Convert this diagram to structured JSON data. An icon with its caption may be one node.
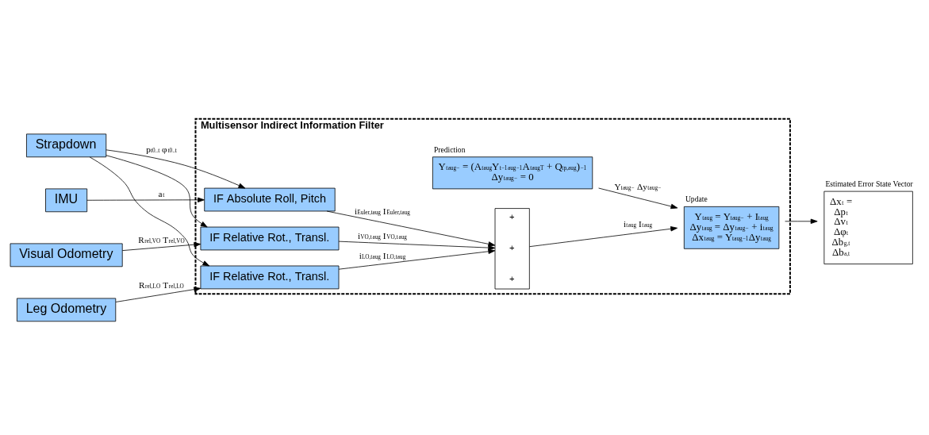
{
  "diagram": {
    "nodes": [
      {
        "text": [
          "Multisensor Indirect Information Filter"
        ]
      },
      {
        "text": [
          "Strapdown"
        ]
      },
      {
        "text": [
          "IMU"
        ]
      },
      {
        "text": [
          "Visual Odometry"
        ]
      },
      {
        "text": [
          "Leg Odometry"
        ]
      },
      {
        "text": [
          "Prediction",
          "Y$_{t}$$^{aug−}$ = (A$_{t}$$^{aug}$Y$_{t−1}$$^{aug−1}$A$_{t}$$^{augT}$ + Q$_{t}$$^{p,aug}$)$^{−1}$",
          "Δy$_{t}$$^{aug−}$ = 0"
        ],
        "in": 0
      },
      {
        "text": [
          "IF Absolute Roll, Pitch"
        ],
        "in": 0
      },
      {
        "text": [
          "IF Relative Rot., Transl."
        ],
        "in": 0
      },
      {
        "text": [
          "IF Relative Rot., Transl."
        ],
        "in": 0
      },
      {
        "text": [
          "+",
          "+",
          "+"
        ],
        "in": 0
      },
      {
        "text": [
          "Update",
          "Y$_{t}$$^{aug}$ = Y$_{t}$$^{aug−}$ + I$_{t}$$^{aug}$",
          "Δy$_{t}$$^{aug}$ = Δy$_{t}$$^{aug−}$ + i$_{t}$$^{aug}$",
          "Δx$_{t}$$^{aug}$ = Y$_{t}$$^{aug−1}$Δy$_{t}$$^{aug}$"
        ],
        "in": 0
      },
      {
        "text": [
          "Estimated Error State Vector",
          "Δx$_{t}$ =",
          "Δp$_{t}$",
          "Δv$_{t}$",
          "Δφ$_{t}$",
          "Δb$_{g,t}$",
          "Δb$_{a,t}$"
        ]
      }
    ],
    "edges": [
      {
        "from": 1,
        "to": 6,
        "arrow": "to",
        "label": "p$_{t0..t}$ φ$_{t0..t}$"
      },
      {
        "from": 1,
        "to": 7,
        "arrow": "to"
      },
      {
        "from": 1,
        "to": 8,
        "arrow": "to"
      },
      {
        "from": 2,
        "to": 6,
        "arrow": "to",
        "label": "a$_{t}$"
      },
      {
        "from": 3,
        "to": 7,
        "arrow": "to",
        "label": "R$_{rel,VO}$ T$_{rel,VO}$"
      },
      {
        "from": 4,
        "to": 8,
        "arrow": "to",
        "label": "R$_{rel,LO}$ T$_{rel,LO}$"
      },
      {
        "from": 6,
        "to": 9,
        "arrow": "to",
        "label": "i$_{Euler,t}$$^{aug}$ I$_{Euler,t}$$^{aug}$"
      },
      {
        "from": 7,
        "to": 9,
        "arrow": "to",
        "label": "i$_{VO,t}$$^{aug}$ I$_{VO,t}$$^{aug}$"
      },
      {
        "from": 8,
        "to": 9,
        "arrow": "to",
        "label": "i$_{LO,t}$$^{aug}$ I$_{LO,t}$$^{aug}$"
      },
      {
        "from": 9,
        "to": 10,
        "arrow": "to",
        "label": "i$_{t}$$^{aug}$ I$_{t}$$^{aug}$"
      },
      {
        "from": 5,
        "to": 10,
        "arrow": "to",
        "label": "Y$_{t}$$^{aug−}$ Δy$_{t}$$^{aug−}$"
      },
      {
        "from": 10,
        "to": 11,
        "arrow": "to"
      }
    ]
  }
}
